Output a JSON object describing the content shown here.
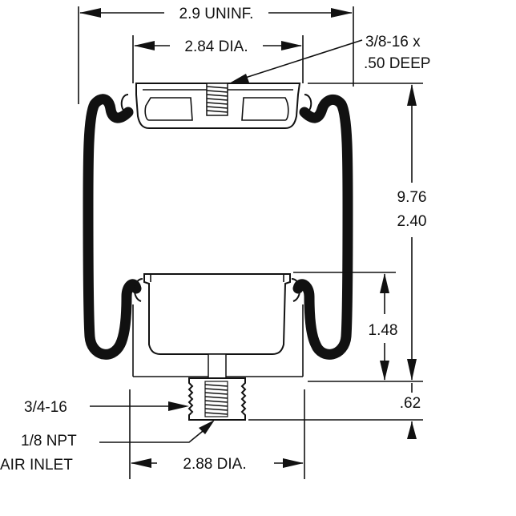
{
  "labels": {
    "top_width": "2.9 UNINF.",
    "top_plate_dia": "2.84 DIA.",
    "top_thread_line1": "3/8-16 x",
    "top_thread_line2": ".50 DEEP",
    "height_line1": "9.76",
    "height_line2": "2.40",
    "piston_height": "1.48",
    "stud_length": ".62",
    "stud_thread": "3/4-16",
    "inlet_line1": "1/8 NPT",
    "inlet_line2": "AIR INLET",
    "bottom_dia": "2.88 DIA."
  },
  "colors": {
    "line": "#111111",
    "background": "#ffffff"
  }
}
